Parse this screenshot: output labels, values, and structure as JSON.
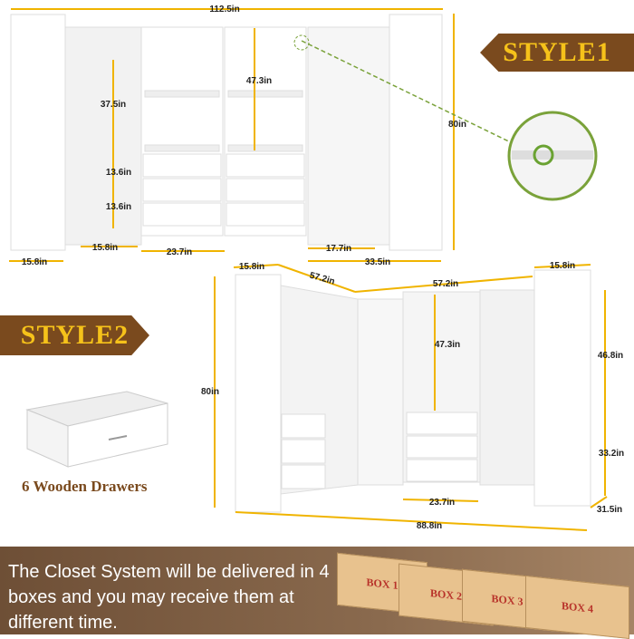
{
  "style1": {
    "label": "STYLE1",
    "dims": {
      "width": "112.5in",
      "height": "80in",
      "upper_hang": "37.5in",
      "shelf1": "13.6in",
      "shelf2": "13.6in",
      "center_hang": "47.3in",
      "left_depth": "15.8in",
      "corner_width": "15.8in",
      "drawer_width": "23.7in",
      "right_hang": "17.7in",
      "right_width": "33.5in"
    }
  },
  "style2": {
    "label": "STYLE2",
    "dims": {
      "left_depth": "15.8in",
      "left_run": "57.2in",
      "back_run": "57.2in",
      "right_depth": "15.8in",
      "height": "80in",
      "center_hang": "47.3in",
      "right_upper": "46.8in",
      "right_lower": "33.2in",
      "drawer_width": "23.7in",
      "tower_depth": "31.5in",
      "front_width": "88.8in"
    }
  },
  "drawers_caption": "6 Wooden Drawers",
  "delivery_text": "The Closet System will be delivered in 4 boxes and you may receive them at different time.",
  "boxes": [
    "BOX 1",
    "BOX 2",
    "BOX 3",
    "BOX 4"
  ],
  "colors": {
    "banner": "#7a4a1e",
    "banner_text": "#f6c21a",
    "dimension": "#f0b400"
  }
}
